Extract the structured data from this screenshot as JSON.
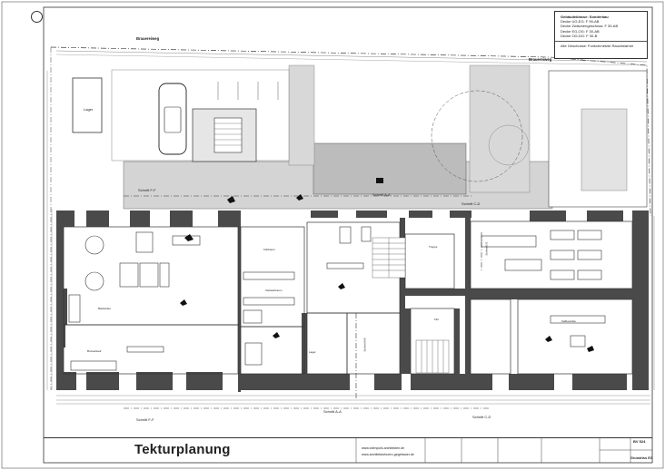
{
  "title_block": {
    "title": "Tekturplanung",
    "web1": "www.totenpohl-architekten.de",
    "web2": "www.architekturbuero-gegebauer.de",
    "sheet_no": "BV 524",
    "plan_name": "Grundriss EG"
  },
  "legend": {
    "heading": "Gebäudeklasse: Sonderbau",
    "lines": [
      "Decke UG-EG: F 90-AB",
      "Decke Zwischengeschoss: F 30-AB",
      "Decke EG-OG: F 30-AB",
      "Decke OG-DG: F 30-B"
    ],
    "note": "Alle Geschosse: Funkvernetzte Rauchwarner"
  },
  "labels": {
    "brauereiweg_left": "Brauereiweg",
    "brauereiweg_right": "Brauereiweg",
    "schnitt_ff_top": "Schnitt F-F",
    "schnitt_aa_top": "Schnitt A-A",
    "schnitt_cd_top": "Schnitt C-D",
    "schnitt_ff_bottom": "Schnitt F-F",
    "schnitt_aa_bottom": "Schnitt A-A",
    "schnitt_cd_bottom": "Schnitt C-D",
    "schnitt_bb": "Schnitt B-B",
    "schnitt_ee": "Schnitt E-E",
    "lager": "Lager",
    "brotverkauf": "Brotverkauf",
    "backstube": "Backstube",
    "kuehlraum": "Kühlraum",
    "verkaufsraum": "Verkaufsraum",
    "lager2": "Lager",
    "kaffeestube": "Kaffeestube",
    "flur": "Flur",
    "treppe": "Treppe"
  }
}
